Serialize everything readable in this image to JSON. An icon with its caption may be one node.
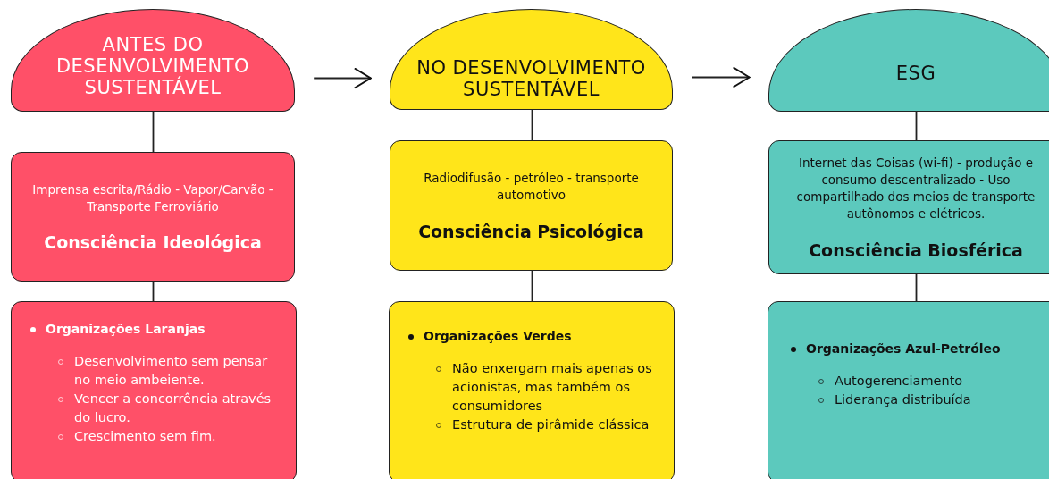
{
  "diagram": {
    "nodes": [
      {
        "text": [
          "ANTES DO DESENVOLVIMENTO SUSTENTÁVEL"
        ]
      },
      {
        "text": [
          "Imprensa escrita/Rádio - Vapor/Carvão - Transporte Ferroviário",
          "Consciência Ideológica"
        ]
      },
      {
        "text": [
          "Organizações Laranjas",
          "Desenvolvimento sem pensar no meio ambeiente.",
          "Vencer a concorrência através do lucro.",
          "Crescimento sem fim."
        ]
      },
      {
        "text": [
          "NO DESENVOLVIMENTO SUSTENTÁVEL"
        ]
      },
      {
        "text": [
          "Radiodifusão - petróleo - transporte automotivo",
          "Consciência Psicológica"
        ]
      },
      {
        "text": [
          "Organizações Verdes",
          "Não enxergam mais apenas os acionistas, mas também os consumidores",
          "Estrutura de pirâmide clássica"
        ]
      },
      {
        "text": [
          "ESG"
        ]
      },
      {
        "text": [
          "Internet das Coisas (wi-fi) - produção e consumo descentralizado - Uso compartilhado dos meios de transporte autônomos e elétricos.",
          "Consciência Biosférica"
        ]
      },
      {
        "text": [
          "Organizações Azul-Petróleo",
          "Autogerenciamento",
          "Liderança distribuída"
        ]
      }
    ],
    "edges": [
      {
        "from": 0,
        "to": 1,
        "arrow": "none"
      },
      {
        "from": 1,
        "to": 2,
        "arrow": "none"
      },
      {
        "from": 3,
        "to": 4,
        "arrow": "none"
      },
      {
        "from": 4,
        "to": 5,
        "arrow": "none"
      },
      {
        "from": 6,
        "to": 7,
        "arrow": "none"
      },
      {
        "from": 7,
        "to": 8,
        "arrow": "none"
      },
      {
        "from": 0,
        "to": 3,
        "arrow": "to"
      },
      {
        "from": 3,
        "to": 6,
        "arrow": "to"
      }
    ]
  }
}
